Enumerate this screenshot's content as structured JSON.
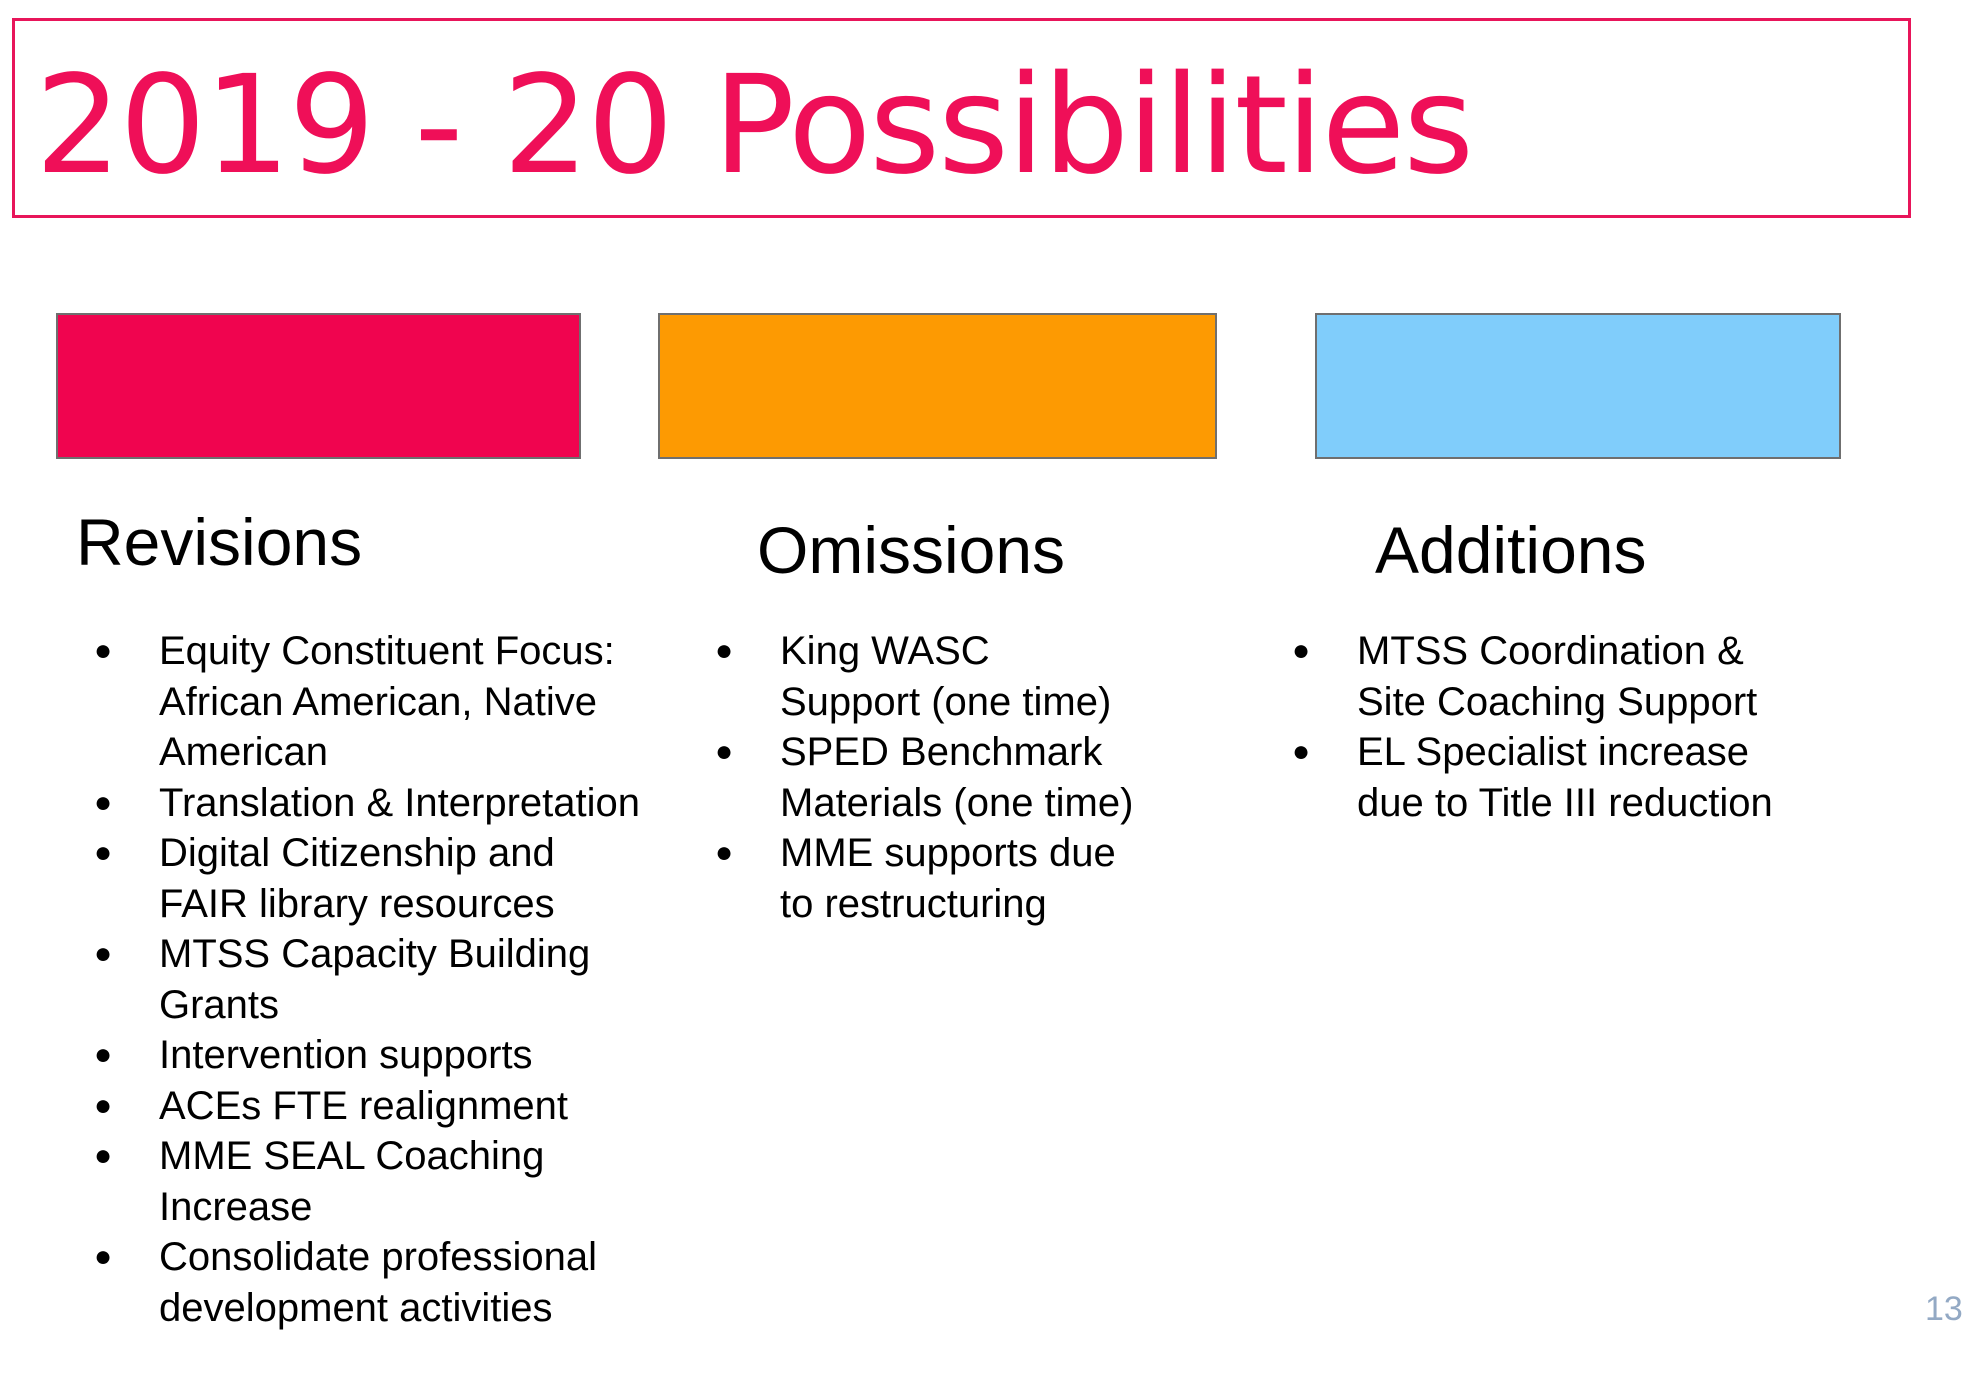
{
  "title": "2019 - 20 Possibilities",
  "colors": {
    "accent": "#ef0f58",
    "revisions": "#f0044f",
    "omissions": "#fd9a02",
    "additions": "#80cdfb"
  },
  "columns": [
    {
      "heading": "Revisions",
      "items": [
        "Equity Constituent Focus: African American, Native American",
        "Translation & Interpretation",
        "Digital Citizenship and FAIR library resources",
        "MTSS Capacity Building Grants",
        "Intervention supports",
        "ACEs FTE realignment",
        "MME SEAL Coaching Increase",
        "Consolidate professional development activities"
      ]
    },
    {
      "heading": "Omissions",
      "items": [
        "King WASC Support (one time)",
        "SPED Benchmark Materials (one time)",
        "MME supports due to restructuring"
      ]
    },
    {
      "heading": "Additions",
      "items": [
        "MTSS Coordination & Site Coaching Support",
        "EL Specialist increase due to Title III reduction"
      ]
    }
  ],
  "bullet": "●",
  "page_number": "13"
}
